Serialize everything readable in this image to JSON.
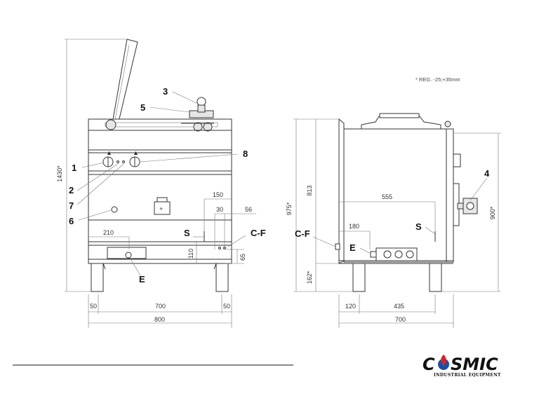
{
  "note": "* REG. -25;+35mm",
  "callouts": {
    "c1": "1",
    "c2": "2",
    "c3": "3",
    "c4": "4",
    "c5": "5",
    "c6": "6",
    "c7": "7",
    "c8": "8",
    "s_front": "S",
    "cf_front": "C-F",
    "e_front": "E",
    "s_side": "S",
    "cf_side": "C-F",
    "e_side": "E"
  },
  "dimensions": {
    "front": {
      "total_height": "1430*",
      "d150": "150",
      "d30": "30",
      "d56": "56",
      "d210": "210",
      "d110": "110",
      "d65": "65",
      "bottom_50_left": "50",
      "bottom_700": "700",
      "bottom_50_right": "50",
      "bottom_800": "800"
    },
    "side": {
      "d975": "975*",
      "d813": "813",
      "d162": "162*",
      "d555": "555",
      "d180": "180",
      "d900": "900*",
      "bottom_120": "120",
      "bottom_435": "435",
      "bottom_700": "700"
    }
  },
  "logo": {
    "text_left": "C",
    "text_right": "SMIC",
    "tagline": "INDUSTRIAL EQUIPMENT"
  },
  "colors": {
    "line": "#333333",
    "logo_blue": "#1a4fa0",
    "logo_red": "#d8232a"
  }
}
